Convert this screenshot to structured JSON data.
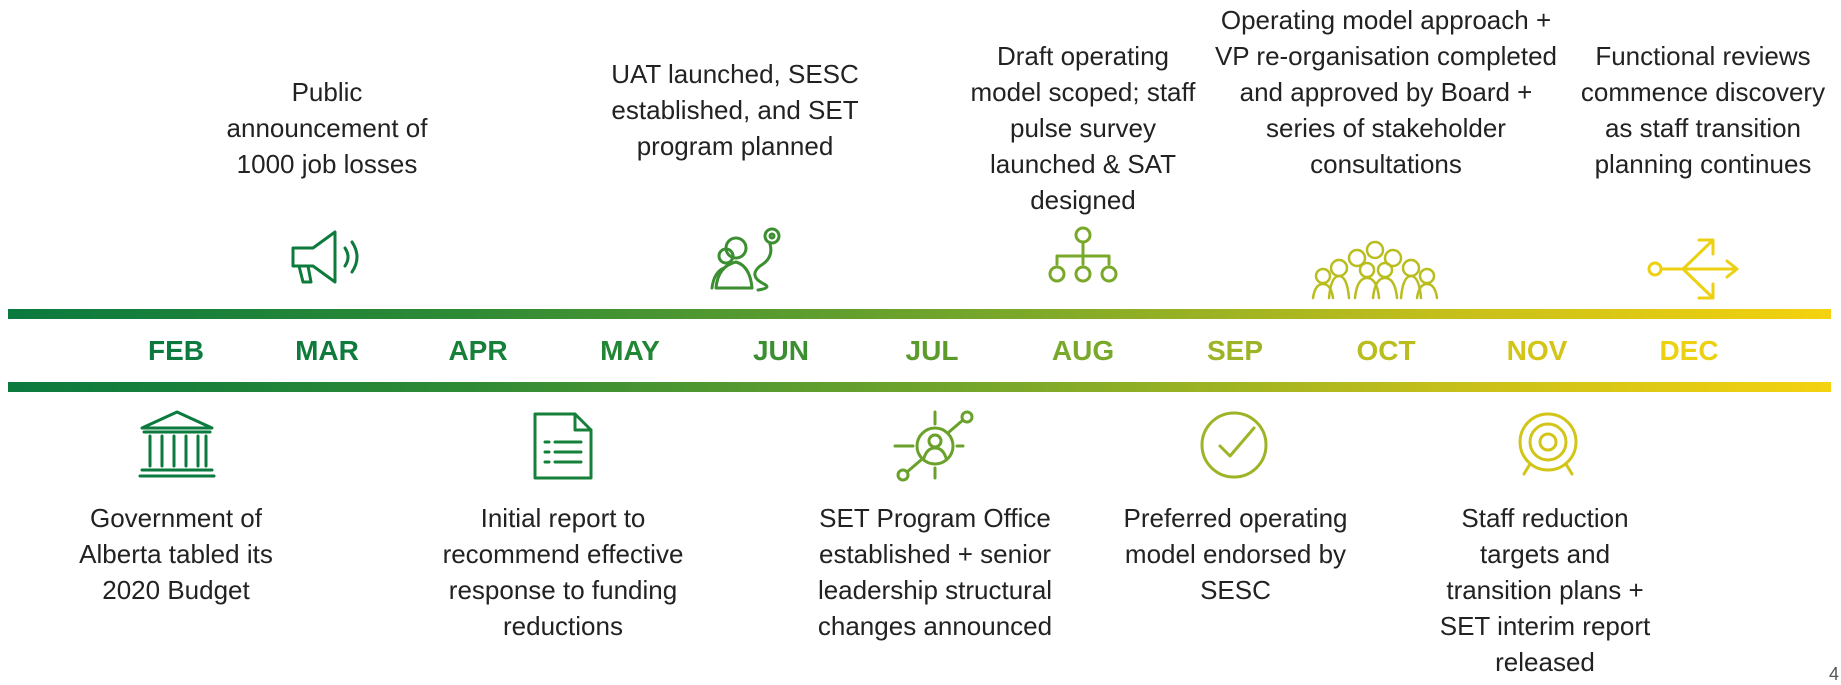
{
  "colors": {
    "band_start": "#0b7a3e",
    "band_end": "#f4d20f"
  },
  "months": [
    {
      "label": "FEB",
      "color": "#0b7a3e"
    },
    {
      "label": "MAR",
      "color": "#0e7b3c"
    },
    {
      "label": "APR",
      "color": "#16803a"
    },
    {
      "label": "MAY",
      "color": "#238636"
    },
    {
      "label": "JUN",
      "color": "#3b8f31"
    },
    {
      "label": "JUL",
      "color": "#5a9b2c"
    },
    {
      "label": "AUG",
      "color": "#7aa82a"
    },
    {
      "label": "SEP",
      "color": "#9cb425"
    },
    {
      "label": "OCT",
      "color": "#b9bd1e"
    },
    {
      "label": "NOV",
      "color": "#d2c517"
    },
    {
      "label": "DEC",
      "color": "#ecd012"
    }
  ],
  "events_above": [
    {
      "month": "MAR",
      "text": "Public announcement of 1000 job losses",
      "icon": "megaphone-icon",
      "color": "#0e7b3c"
    },
    {
      "month": "JUN",
      "text": "UAT launched, SESC established, and SET program planned",
      "icon": "people-journey-icon",
      "color": "#3b8f31"
    },
    {
      "month": "AUG",
      "text": "Draft operating model scoped; staff pulse survey launched & SAT designed",
      "icon": "org-chart-icon",
      "color": "#7aa82a"
    },
    {
      "month": "OCT",
      "text": "Operating model approach + VP re-organisation completed and approved by Board + series of stakeholder consultations",
      "icon": "crowd-icon",
      "color": "#b9bd1e"
    },
    {
      "month": "DEC",
      "text": "Functional reviews commence discovery as staff transition planning continues",
      "icon": "branching-arrows-icon",
      "color": "#ecd012"
    }
  ],
  "events_below": [
    {
      "month": "FEB",
      "text": "Government of Alberta tabled its 2020 Budget",
      "icon": "government-building-icon",
      "color": "#0b7a3e"
    },
    {
      "month": "APR",
      "text": "Initial report to recommend effective response to funding reductions",
      "icon": "report-document-icon",
      "color": "#16803a"
    },
    {
      "month": "JUN",
      "text": "SET Program Office established + senior leadership structural changes announced",
      "icon": "network-person-icon",
      "color": "#6aa12b"
    },
    {
      "month": "SEP",
      "text": "Preferred operating model endorsed by SESC",
      "icon": "checkmark-circle-icon",
      "color": "#9cb425"
    },
    {
      "month": "NOV",
      "text": "Staff reduction targets and transition plans + SET interim report released",
      "icon": "target-icon",
      "color": "#d2c517"
    }
  ],
  "page_number": "4"
}
